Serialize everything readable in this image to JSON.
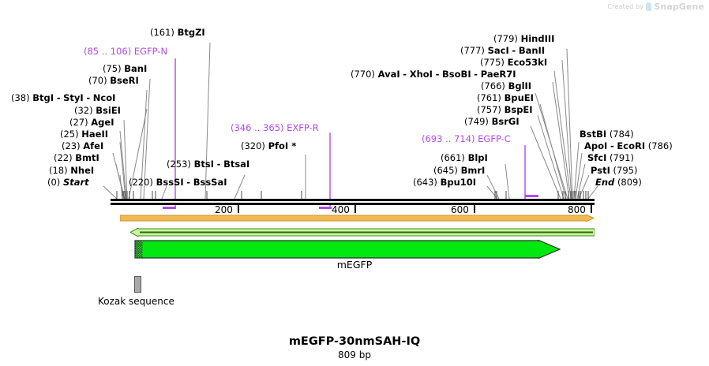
{
  "watermark": {
    "created_by": "Created by",
    "brand": "SnapGene",
    "logo_icon": "snapgene-logo-icon"
  },
  "map": {
    "title": "mEGFP-30nmSAH-IQ",
    "length_label": "809 bp",
    "sequence_length": 809,
    "ruler_ticks": [
      "200",
      "400",
      "600",
      "800"
    ],
    "ruler_tick_values": [
      200,
      400,
      600,
      800
    ]
  },
  "features": [
    {
      "name": "mEGFP",
      "label": "mEGFP",
      "color": "#00e810",
      "start": 11,
      "end": 730,
      "direction": "right"
    },
    {
      "name": "Kozak sequence",
      "label": "Kozak sequence",
      "color": "#a9a9a9",
      "start": 28,
      "end": 37
    }
  ],
  "primers": [
    {
      "label": "EGFP-N",
      "range": "(85 .. 106)",
      "start": 85,
      "end": 106,
      "color": "#b14aeb"
    },
    {
      "label": "EXFP-R",
      "range": "(346 .. 365)",
      "start": 346,
      "end": 365,
      "color": "#b14aeb"
    },
    {
      "label": "EGFP-C",
      "range": "(693 .. 714)",
      "start": 693,
      "end": 714,
      "color": "#b14aeb"
    }
  ],
  "sites_left": [
    {
      "pos": "(0)",
      "names": [
        "Start"
      ],
      "italic": true
    },
    {
      "pos": "(18)",
      "names": [
        "NheI"
      ]
    },
    {
      "pos": "(22)",
      "names": [
        "BmtI"
      ]
    },
    {
      "pos": "(23)",
      "names": [
        "AfeI"
      ]
    },
    {
      "pos": "(25)",
      "names": [
        "HaeII"
      ]
    },
    {
      "pos": "(27)",
      "names": [
        "AgeI"
      ]
    },
    {
      "pos": "(32)",
      "names": [
        "BsiEI"
      ]
    },
    {
      "pos": "(38)",
      "names": [
        "BtgI",
        "StyI",
        "NcoI"
      ]
    },
    {
      "pos": "(70)",
      "names": [
        "BseRI"
      ]
    },
    {
      "pos": "(75)",
      "names": [
        "BanI"
      ]
    },
    {
      "pos": "(161)",
      "names": [
        "BtgZI"
      ]
    },
    {
      "pos": "(220)",
      "names": [
        "BssSI",
        "BssSaI"
      ]
    },
    {
      "pos": "(253)",
      "names": [
        "BtsI",
        "BtsaI"
      ]
    },
    {
      "pos": "(320)",
      "names": [
        "PfoI *"
      ]
    }
  ],
  "sites_right": [
    {
      "pos": "(643)",
      "names": [
        "Bpu10I"
      ]
    },
    {
      "pos": "(645)",
      "names": [
        "BmrI"
      ]
    },
    {
      "pos": "(661)",
      "names": [
        "BlpI"
      ]
    },
    {
      "pos": "(749)",
      "names": [
        "BsrGI"
      ]
    },
    {
      "pos": "(757)",
      "names": [
        "BspEI"
      ]
    },
    {
      "pos": "(761)",
      "names": [
        "BpuEI"
      ]
    },
    {
      "pos": "(766)",
      "names": [
        "BglII"
      ]
    },
    {
      "pos": "(770)",
      "names": [
        "AvaI",
        "XhoI",
        "BsoBI",
        "PaeR7I"
      ]
    },
    {
      "pos": "(775)",
      "names": [
        "Eco53kI"
      ]
    },
    {
      "pos": "(777)",
      "names": [
        "SacI",
        "BanII"
      ]
    },
    {
      "pos": "(779)",
      "names": [
        "HindIII"
      ]
    }
  ],
  "sites_far_right": [
    {
      "names": [
        "BstBI"
      ],
      "pos": "(784)"
    },
    {
      "names": [
        "ApoI",
        "EcoRI"
      ],
      "pos": "(786)"
    },
    {
      "names": [
        "SfcI"
      ],
      "pos": "(791)"
    },
    {
      "names": [
        "PstI"
      ],
      "pos": "(795)"
    },
    {
      "names": [
        "End"
      ],
      "pos": "(809)",
      "italic": true
    }
  ],
  "colors": {
    "feature_green": "#00e810",
    "orange_arrow": "#f0b953",
    "primer_purple": "#b14aeb",
    "light_green": "#c8f5a0",
    "kozak_gray": "#a9a9a9",
    "backbone_black": "#000000"
  }
}
